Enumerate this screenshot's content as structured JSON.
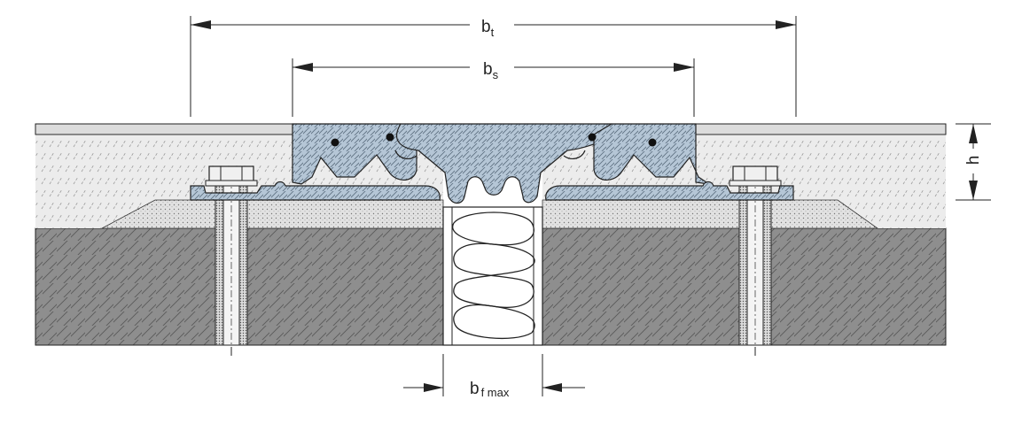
{
  "labels": {
    "bt": {
      "main": "b",
      "sub": "t"
    },
    "bs": {
      "main": "b",
      "sub": "s"
    },
    "h": {
      "main": "h"
    },
    "bfmax": {
      "main": "b",
      "sub": "f max"
    }
  },
  "colors": {
    "profile": "#b5c6d6",
    "substrate": "#8e8e8e",
    "screed": "#ececec",
    "bedding": "#e2e2e2",
    "surface": "#dcdcdc",
    "line": "#222222"
  }
}
